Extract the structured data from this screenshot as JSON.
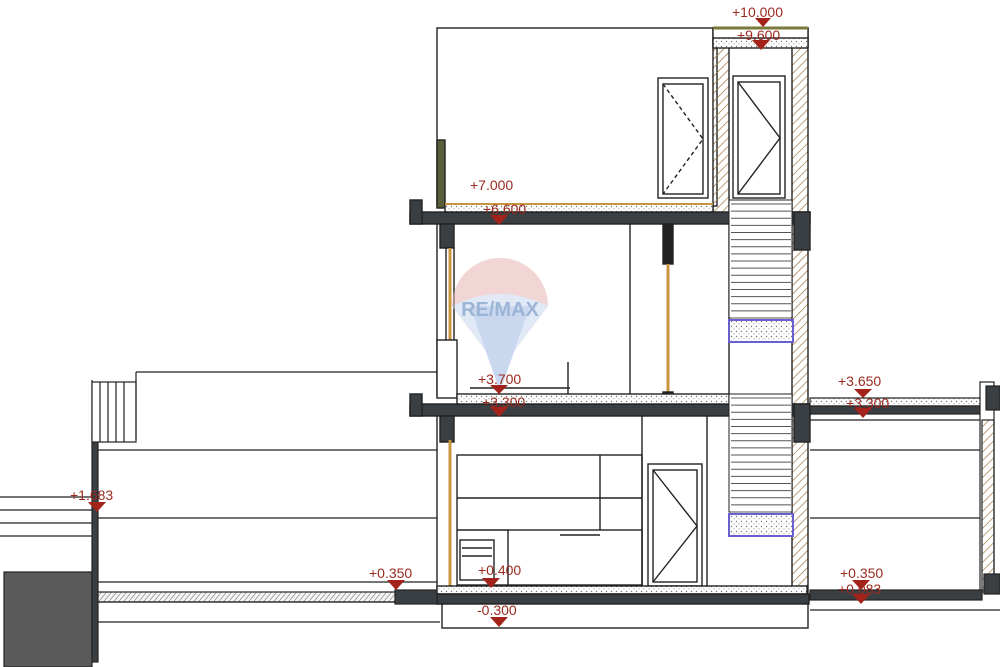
{
  "watermark": {
    "text": "RE/MAX"
  },
  "colors": {
    "outline": "#222222",
    "slab": "#3a3f44",
    "level_text": "#9b2a1f",
    "level_marker": "#a3231a",
    "insulation": "#c8963e",
    "wall_olive": "#7a7a3a",
    "highlight": "#6a5fd0"
  },
  "levels": [
    {
      "id": "roof-top",
      "label": "+10.000"
    },
    {
      "id": "roof-parapet",
      "label": "+9.600"
    },
    {
      "id": "floor2-finish",
      "label": "+7.000"
    },
    {
      "id": "floor2-slab",
      "label": "+6.600"
    },
    {
      "id": "floor1-finish",
      "label": "+3.700"
    },
    {
      "id": "floor1-slab",
      "label": "+3.300"
    },
    {
      "id": "right-finish",
      "label": "+3.650"
    },
    {
      "id": "right-slab",
      "label": "+3.300"
    },
    {
      "id": "left-ground",
      "label": "+1.683"
    },
    {
      "id": "terrace-left",
      "label": "+0.350"
    },
    {
      "id": "ground-finish",
      "label": "+0.400"
    },
    {
      "id": "ground-base",
      "label": "-0.300"
    },
    {
      "id": "terrace-right",
      "label": "+0.350"
    },
    {
      "id": "right-lower",
      "label": "+0.083"
    }
  ]
}
